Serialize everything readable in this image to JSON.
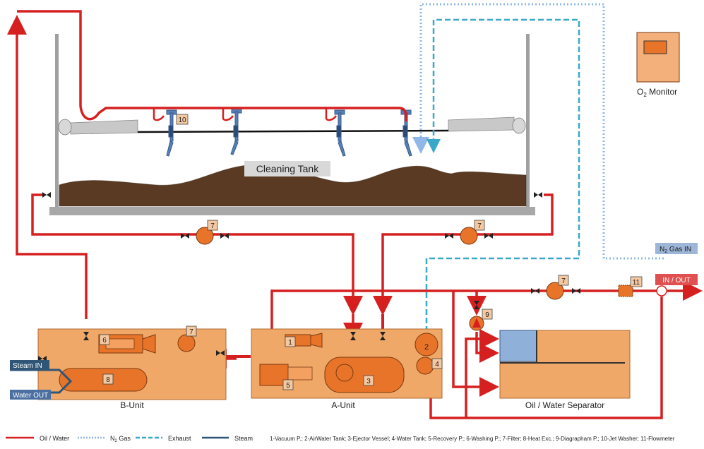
{
  "labels": {
    "tank": "Cleaning Tank",
    "o2_monitor": "O",
    "o2_sub": "2",
    "o2_suffix": " Monitor",
    "n2_gas_in_prefix": "N",
    "n2_gas_in_sub": "2",
    "n2_gas_in_suffix": " Gas IN",
    "in_out": "IN / OUT",
    "steam_in": "Steam IN",
    "water_out": "Water OUT",
    "b_unit": "B-Unit",
    "a_unit": "A-Unit",
    "separator": "Oil / Water Separator"
  },
  "numbers": {
    "n1": "1",
    "n2": "2",
    "n3": "3",
    "n4": "4",
    "n5": "5",
    "n6": "6",
    "n7": "7",
    "n8": "8",
    "n9": "9",
    "n10": "10",
    "n11": "11"
  },
  "legend": {
    "oil_water": "Oil / Water",
    "n2_prefix": "N",
    "n2_sub": "2",
    "n2_suffix": " Gas",
    "exhaust": "Exhaust",
    "steam": "Steam",
    "key": "1-Vacuum P.; 2-AirWater Tank; 3-Ejector Vessel; 4-Water Tank; 5-Recovery P.; 6-Washing P.; 7-Filter; 8-Heat Exc.; 9-Diagrapham P.; 10-Jet Washer; 11-Flowmeter"
  },
  "colors": {
    "oil_water": "#d62020",
    "n2_gas": "#8fb8e8",
    "exhaust": "#3aa8c8",
    "steam": "#2f5577",
    "unit_fill": "#f0a868",
    "component": "#e8742a",
    "sludge": "#5a3a22",
    "in_out_bg": "#e05050",
    "n2_tag_bg": "#9db5d6",
    "steam_tag_bg": "#2f5577",
    "water_tag_bg": "#4a6fa0",
    "washer": "#5580b8"
  }
}
